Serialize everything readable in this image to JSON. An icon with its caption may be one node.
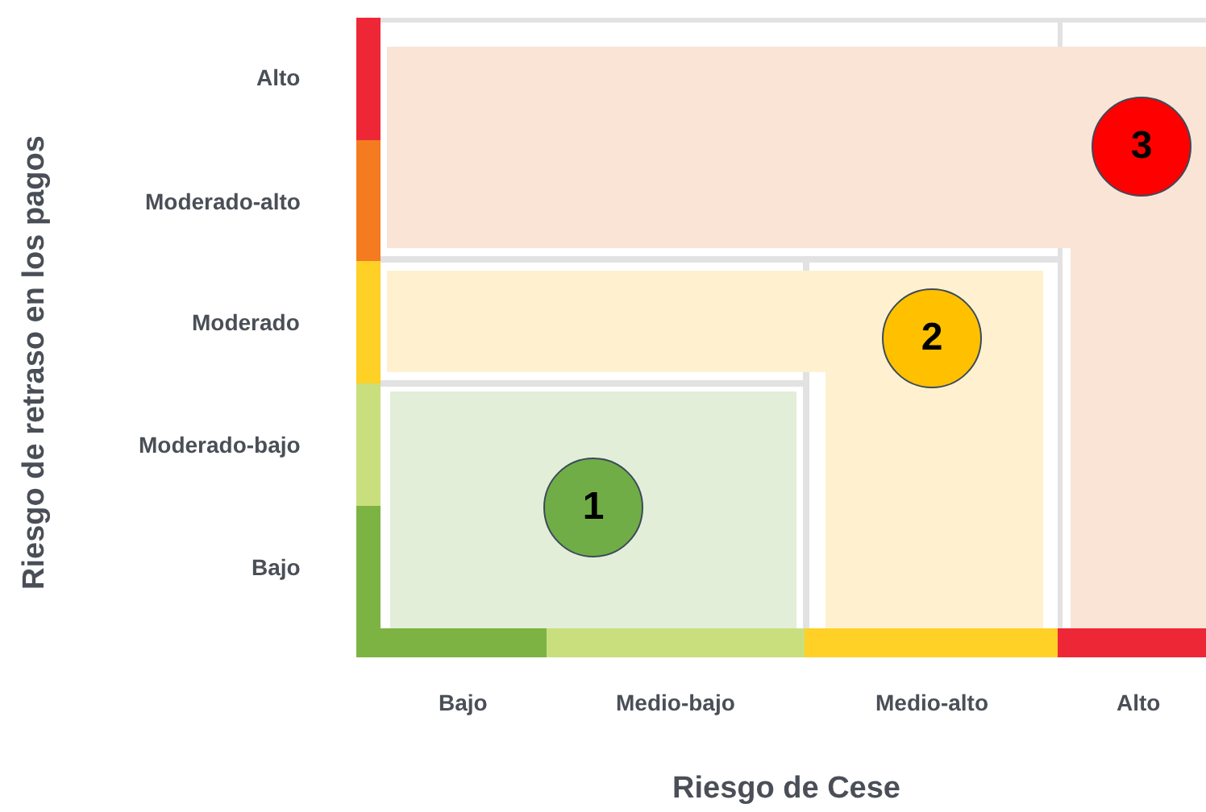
{
  "diagram": {
    "nodes": [
      {
        "text": [
          "1"
        ]
      },
      {
        "text": [
          "2"
        ]
      },
      {
        "text": [
          "3"
        ]
      }
    ],
    "labels": [
      "Alto",
      "Moderado-alto",
      "Moderado",
      "Moderado-bajo",
      "Bajo",
      "Riesgo de retraso en los pagos",
      "Bajo",
      "Medio-bajo",
      "Medio-alto",
      "Alto",
      "Riesgo de Cese"
    ]
  }
}
